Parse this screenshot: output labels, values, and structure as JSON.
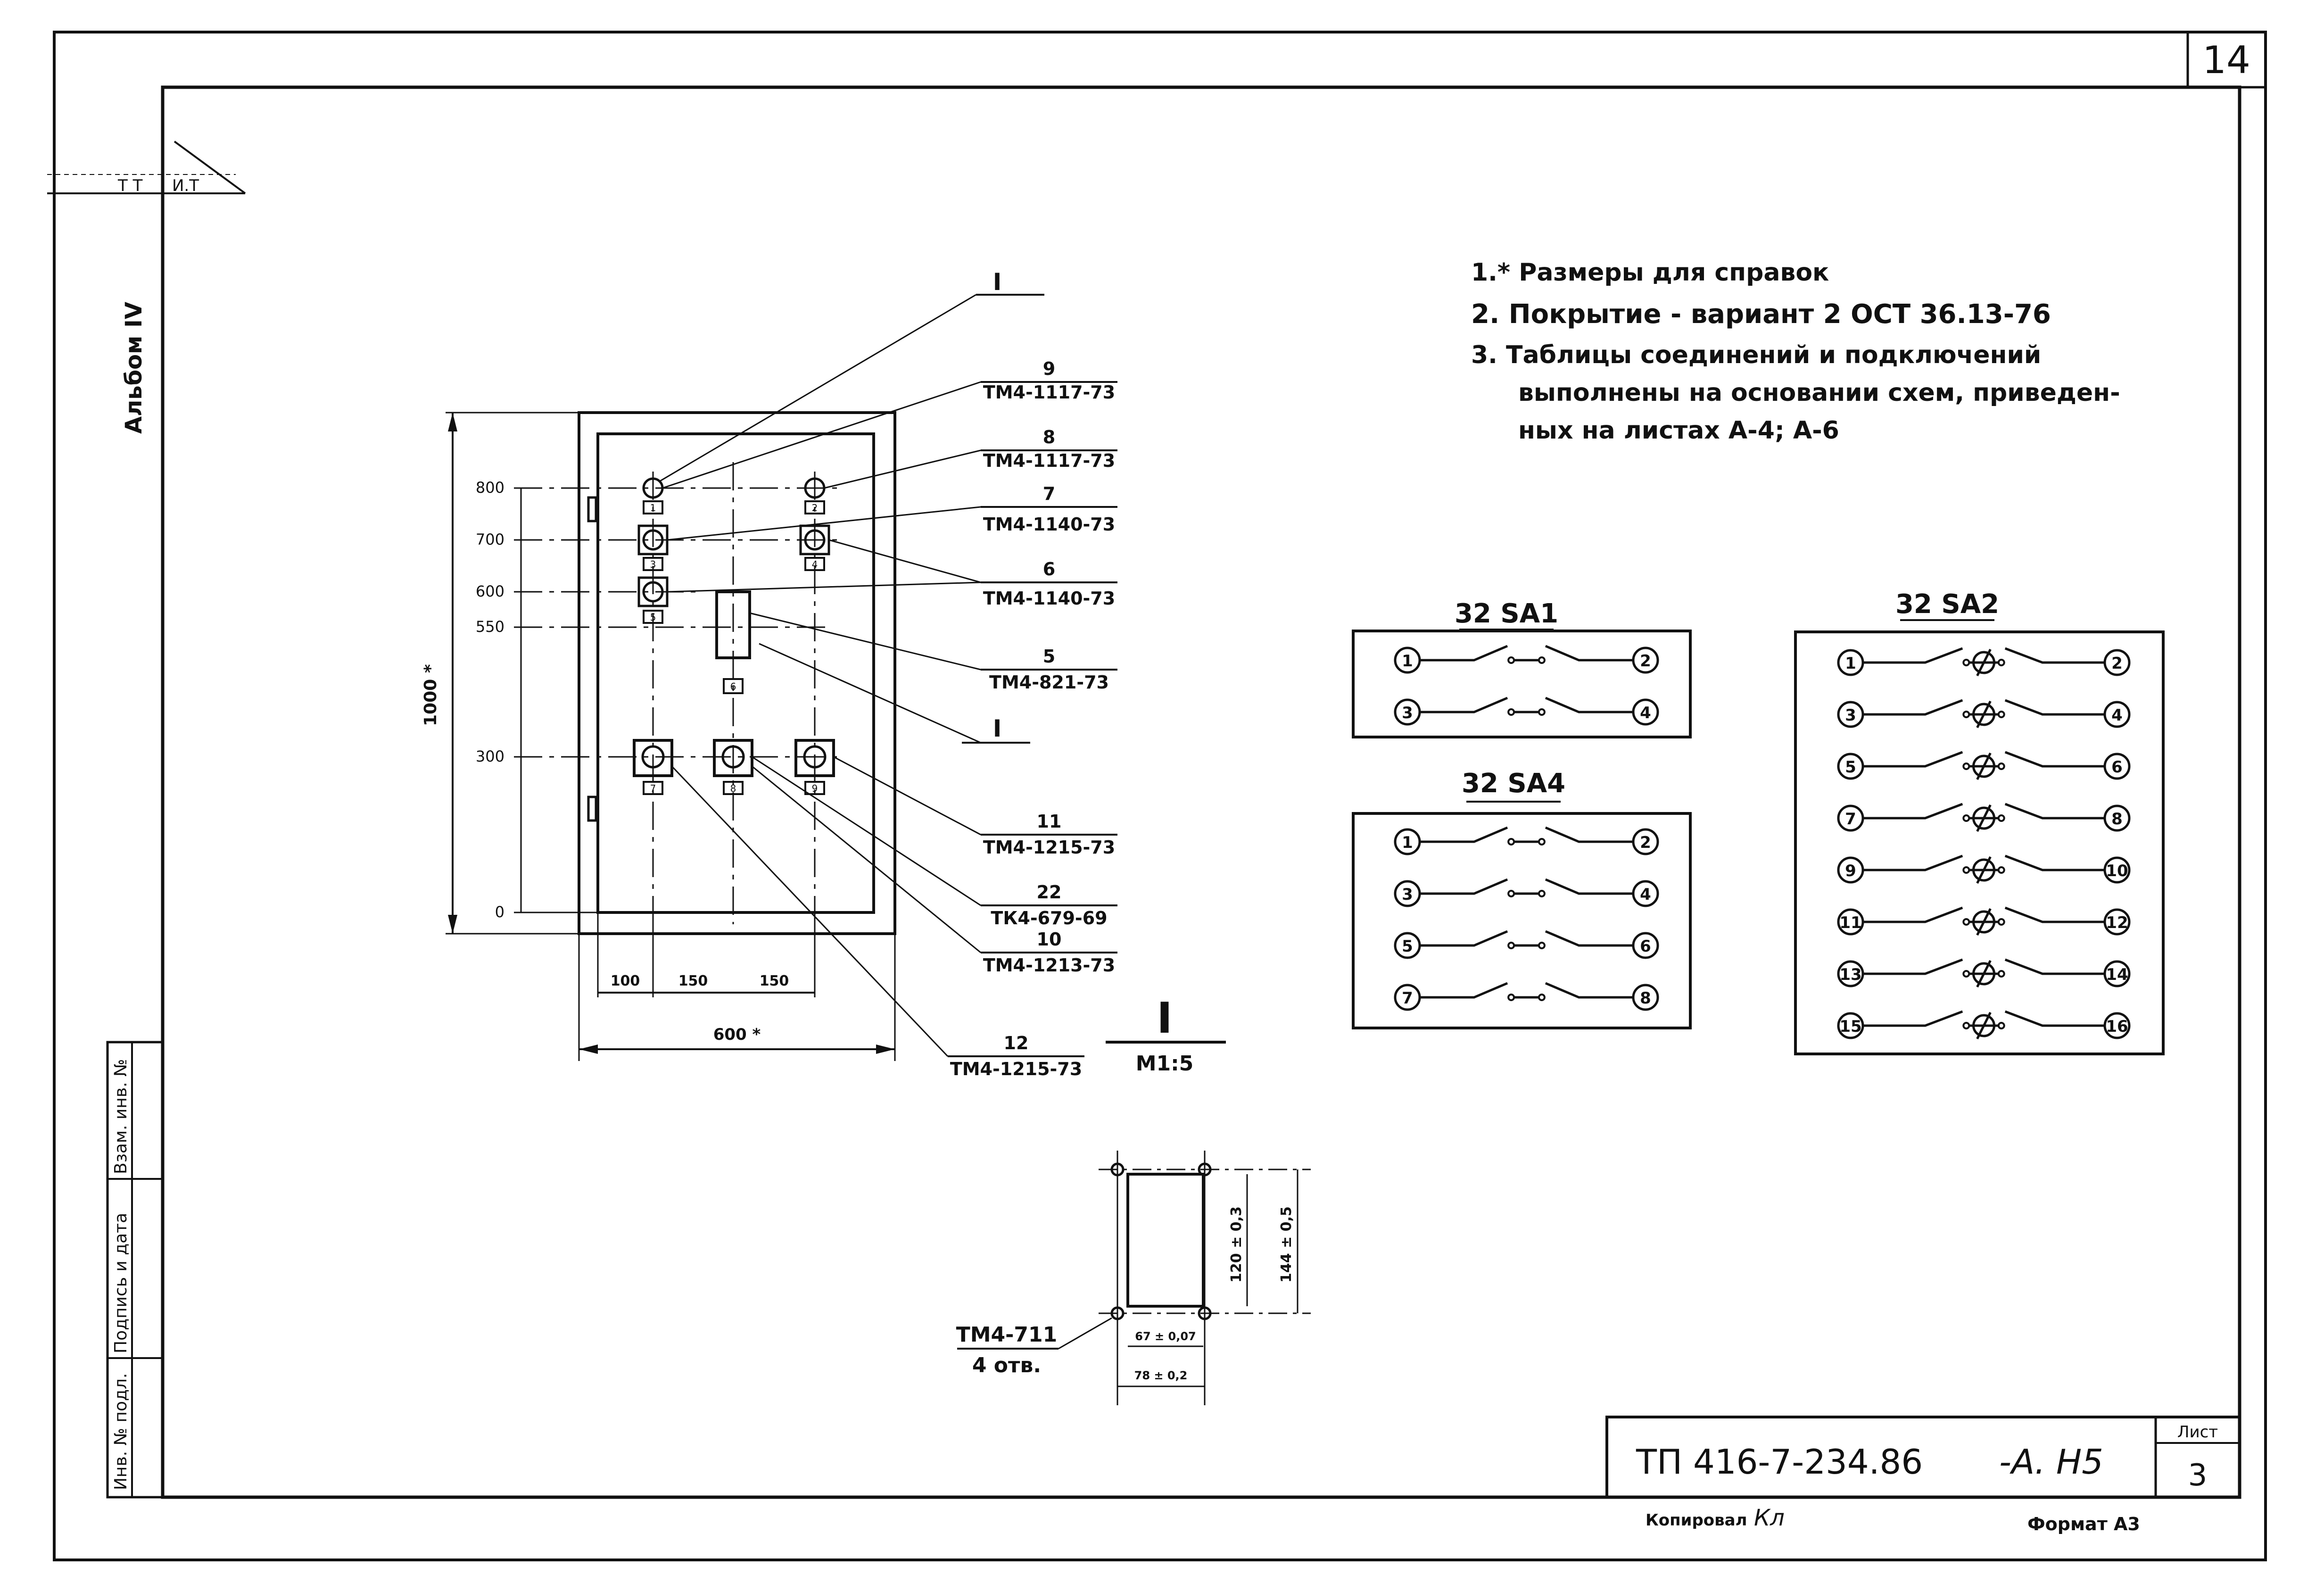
{
  "sheet": {
    "page_number": "14",
    "album": "Альбом IV",
    "side_stamp": [
      "Инв. № подл.",
      "Подпись и дата",
      "Взам. инв. №"
    ],
    "corner_mark": [
      "Т Т",
      "И.Т"
    ]
  },
  "notes": {
    "items": [
      "1.* Размеры для справок",
      "2. Покрытие - вариант 2 ОСТ 36.13-76",
      "3. Таблицы соединений и подключений",
      "выполнены на основании схем, приведен-",
      "ных на листах А-4; А-6"
    ]
  },
  "front_view": {
    "levels": [
      "800",
      "700",
      "600",
      "550",
      "300",
      "0"
    ],
    "height_dim": "1000 *",
    "width_dims": [
      "100",
      "150",
      "150"
    ],
    "total_width": "600 *",
    "section_mark_top": "I",
    "section_mark_mid": "I",
    "small_labels": [
      "1",
      "2",
      "3",
      "4",
      "5",
      "6",
      "7",
      "8",
      "9"
    ]
  },
  "callouts": [
    {
      "pos": "9",
      "code": "ТМ4-1117-73"
    },
    {
      "pos": "8",
      "code": "ТМ4-1117-73"
    },
    {
      "pos": "7",
      "code": "ТМ4-1140-73"
    },
    {
      "pos": "6",
      "code": "ТМ4-1140-73"
    },
    {
      "pos": "5",
      "code": "ТМ4-821-73"
    },
    {
      "pos": "11",
      "code": "ТМ4-1215-73"
    },
    {
      "pos": "22",
      "code": "ТК4-679-69"
    },
    {
      "pos": "10",
      "code": "ТМ4-1213-73"
    },
    {
      "pos": "12",
      "code": "ТМ4-1215-73"
    }
  ],
  "detail": {
    "title": "I",
    "scale": "М1:5",
    "hole_code": "ТМ4-711",
    "hole_count": "4 отв.",
    "dim_h1": "120 ± 0,3",
    "dim_h2": "144 ± 0,5",
    "dim_w1": "67 ± 0,07",
    "dim_w2": "78 ± 0,2"
  },
  "switches": {
    "sa1": {
      "title": "32 SA1",
      "terminals": [
        "1",
        "2",
        "3",
        "4"
      ]
    },
    "sa4": {
      "title": "32 SA4",
      "terminals": [
        "1",
        "2",
        "3",
        "4",
        "5",
        "6",
        "7",
        "8"
      ]
    },
    "sa2": {
      "title": "32 SA2",
      "terminals": [
        "1",
        "2",
        "3",
        "4",
        "5",
        "6",
        "7",
        "8",
        "9",
        "10",
        "11",
        "12",
        "13",
        "14",
        "15",
        "16"
      ]
    }
  },
  "title_block": {
    "doc_code": "ТП 416-7-234.86",
    "doc_suffix": "-А. Н5",
    "sheet_label": "Лист",
    "sheet_no": "3",
    "copied_label": "Копировал",
    "copied_sign": "Кл",
    "format": "Формат А3"
  }
}
